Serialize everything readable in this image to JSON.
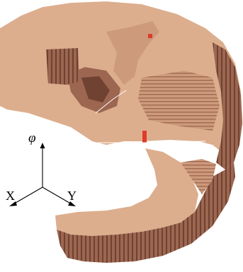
{
  "figure": {
    "axes": {
      "vertical": "φ",
      "left": "X",
      "right": "Y"
    },
    "colors": {
      "voxel_top": "#dcae8e",
      "voxel_light": "#cd9a7c",
      "voxel_side": "#9c6650",
      "voxel_dark": "#6f4232",
      "marker": "#e03a2a",
      "trace": "#ffffff",
      "axis": "#000000"
    }
  }
}
